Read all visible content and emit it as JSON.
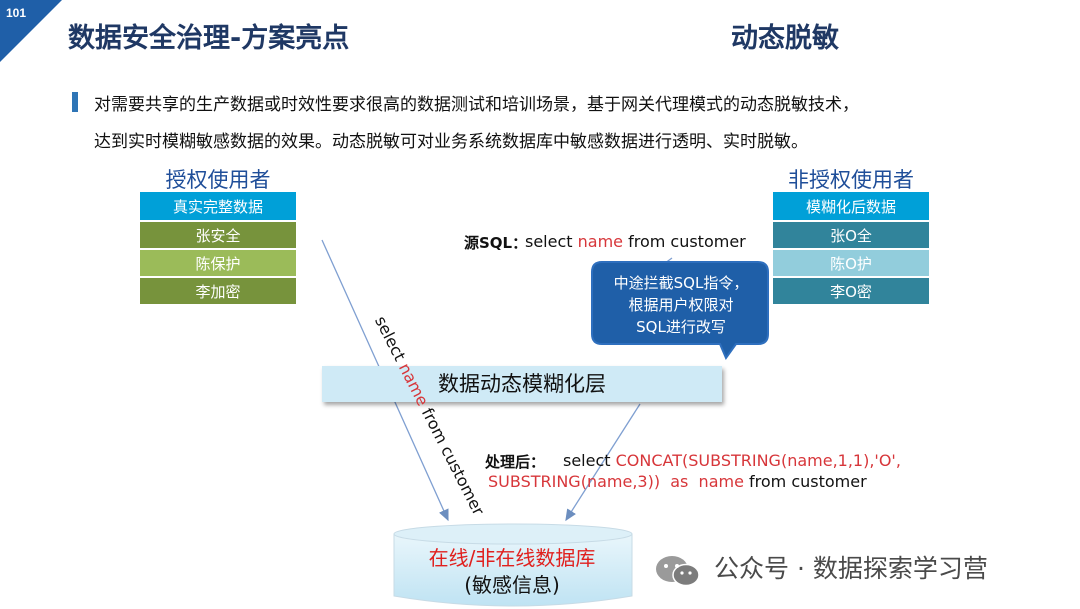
{
  "slide": {
    "page_number": "101",
    "title": "数据安全治理-方案亮点",
    "subtitle": "动态脱敏",
    "description_line1": "对需要共享的生产数据或时效性要求很高的数据测试和培训场景，基于网关代理模式的动态脱敏技术，",
    "description_line2": "达到实时模糊敏感数据的效果。动态脱敏可对业务系统数据库中敏感数据进行透明、实时脱敏。"
  },
  "authorized": {
    "title": "授权使用者",
    "header": "真实完整数据",
    "rows": [
      "张安全",
      "陈保护",
      "李加密"
    ]
  },
  "unauthorized": {
    "title": "非授权使用者",
    "header": "模糊化后数据",
    "rows": [
      "张O全",
      "陈O护",
      "李O密"
    ]
  },
  "source_sql": {
    "label": "源SQL：",
    "part1": "select ",
    "part2": "name",
    "part3": " from customer"
  },
  "callout": {
    "line1": "中途拦截SQL指令，",
    "line2": "根据用户权限对",
    "line3": "SQL进行改写"
  },
  "layer_label": "数据动态模糊化层",
  "vertical_sql": {
    "part1": "select ",
    "part2": "name",
    "part3": " from customer"
  },
  "processed_sql": {
    "label": "处理后：",
    "line1_a": "select ",
    "line1_b": "CONCAT(SUBSTRING(name,1,1),'O',",
    "line2_a": "SUBSTRING(name,3))  as  name",
    "line2_b": " from customer"
  },
  "database": {
    "line1": "在线/非在线数据库",
    "line2": "(敏感信息)"
  },
  "watermark": "公众号 · 数据探索学习营",
  "colors": {
    "title": "#1f3864",
    "auth_header": "#00a0d8",
    "auth_row_dark": "#77933c",
    "auth_row_light": "#9bbb59",
    "unauth_header": "#00a0d8",
    "unauth_row_dark": "#31849b",
    "unauth_row_light": "#92cddc",
    "callout": "#1f5fa8",
    "red_text": "#d7363a"
  }
}
